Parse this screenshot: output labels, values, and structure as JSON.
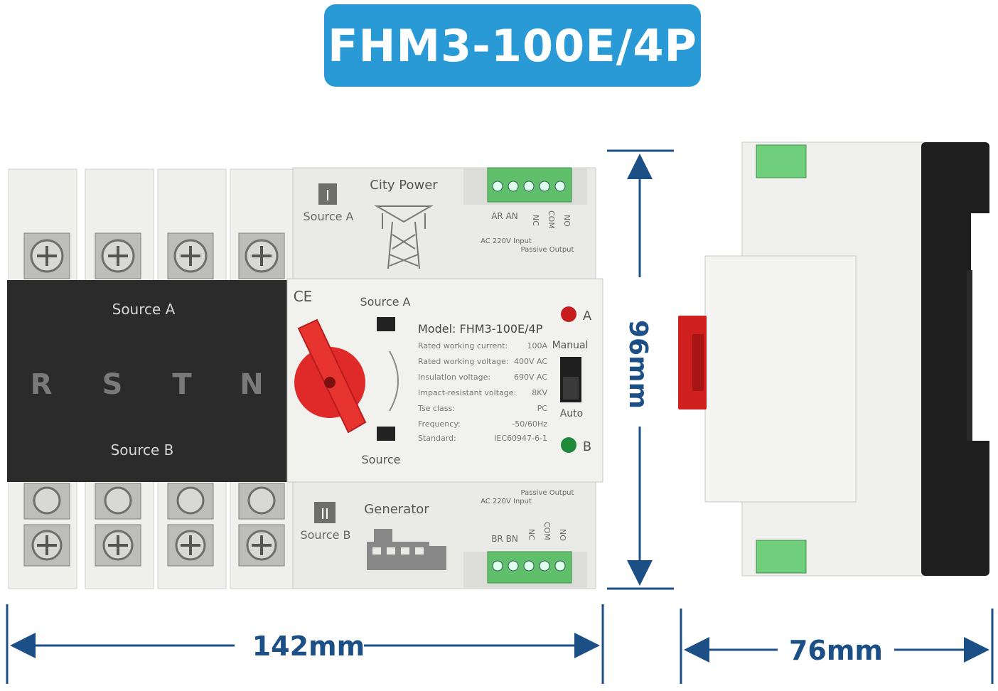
{
  "title": "FHM3-100E/4P",
  "black_panel": {
    "top_label": "Source A",
    "bottom_label": "Source B",
    "phases": [
      "R",
      "S",
      "T",
      "N"
    ]
  },
  "top_module": {
    "roman": "I",
    "source_label": "Source A",
    "power_label": "City Power",
    "terminal_top": "AR  AN",
    "terminal_input": "AC 220V Input",
    "terminal_outputs": [
      "NC",
      "COM",
      "NO"
    ],
    "terminal_passive": "Passive Output"
  },
  "bottom_module": {
    "roman": "II",
    "source_label": "Source B",
    "power_label": "Generator",
    "terminal_bottom": "BR  BN",
    "terminal_input": "AC 220V Input",
    "terminal_outputs": [
      "NC",
      "COM",
      "NO"
    ],
    "terminal_passive": "Passive Output"
  },
  "center_module": {
    "ce_mark": "CE",
    "switch_top_label": "Source A",
    "switch_bottom_label": "Source",
    "model_line": "Model:  FHM3-100E/4P",
    "spec_rows": [
      {
        "label": "Rated working current:",
        "value": "100A"
      },
      {
        "label": "Rated working voltage:",
        "value": "400V AC"
      },
      {
        "label": "Insulation voltage:",
        "value": "690V AC"
      },
      {
        "label": "Impact-resistant voltage:",
        "value": "8KV"
      },
      {
        "label": "Tse class:",
        "value": "PC"
      },
      {
        "label": "Frequency:",
        "value": "-50/60Hz"
      },
      {
        "label": "Standard:",
        "value": "IEC60947-6-1"
      }
    ],
    "indicator_a": "A",
    "indicator_b": "B",
    "manual_label": "Manual",
    "auto_label": "Auto"
  },
  "dimensions": {
    "width": "142mm",
    "height": "96mm",
    "depth": "76mm"
  },
  "colors": {
    "badge": "#2a9ad6",
    "dimension": "#1c4f86",
    "body": "#e9e9e6",
    "panel": "#2b2b2b",
    "knob": "#e02a2a",
    "terminal": "#5fbf6a"
  }
}
